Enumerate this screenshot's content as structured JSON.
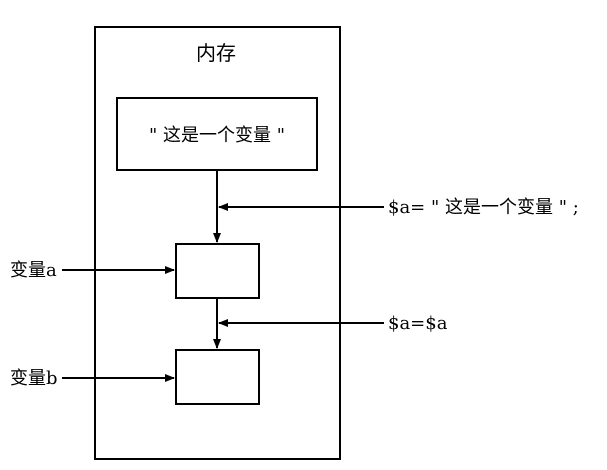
{
  "memory": {
    "title": "内存",
    "string_box_text": "\" 这是一个变量 \""
  },
  "labels": {
    "variable_a": "变量a",
    "variable_b": "变量b",
    "assign_string": "$a= \" 这是一个变量 \" ;",
    "assign_var": "$a=$a"
  },
  "colors": {
    "stroke": "#000000",
    "background": "#ffffff"
  }
}
